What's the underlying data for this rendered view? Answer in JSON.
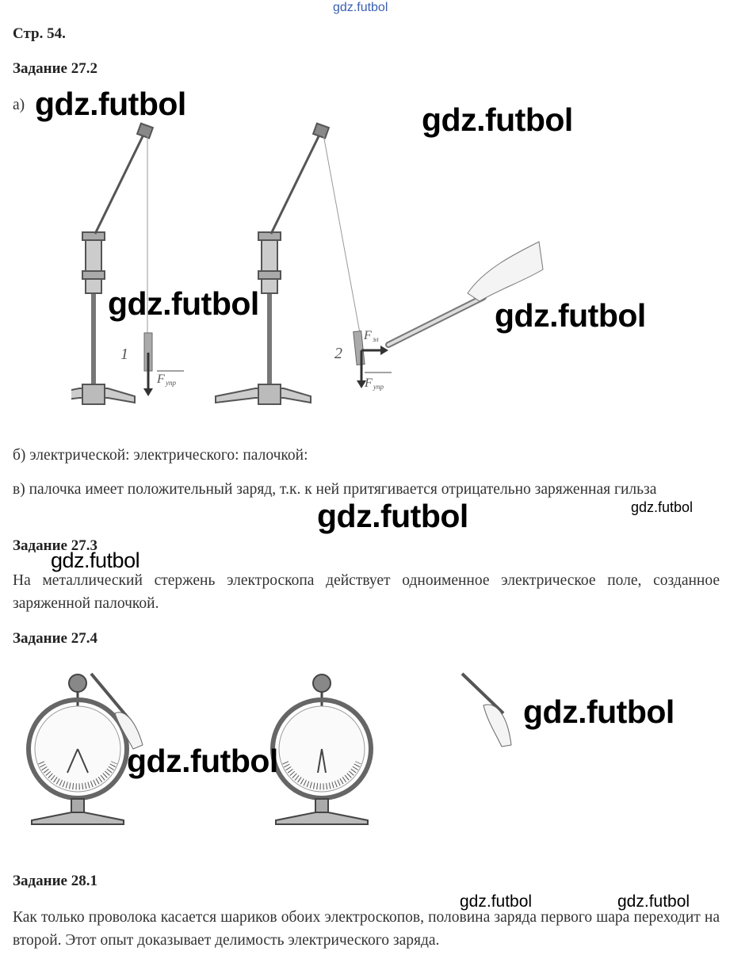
{
  "header_watermark": "gdz.futbol",
  "page_label": "Стр. 54.",
  "task_27_2": {
    "title": "Задание 27.2",
    "part_a": "а)",
    "figure": {
      "label_1": "1",
      "label_2": "2",
      "force_gravity": "F",
      "force_gravity_sub": "упр",
      "force_electric": "F",
      "force_electric_sub": "эл"
    },
    "part_b": "б) электрической: электрического: палочкой:",
    "part_c": "в) палочка имеет положительный заряд, т.к. к ней притягивается отрицательно заряженная гильза"
  },
  "task_27_3": {
    "title": "Задание 27.3",
    "text": "На металлический стержень электроскопа действует одноименное электрическое поле, созданное заряженной палочкой."
  },
  "task_27_4": {
    "title": "Задание 27.4"
  },
  "task_28_1": {
    "title": "Задание 28.1",
    "text": "Как только проволока касается шариков обоих электроскопов, половина заряда первого шара переходит на второй. Этот опыт доказывает делимость электрического заряда."
  },
  "watermarks": [
    "gdz.futbol",
    "gdz.futbol",
    "gdz.futbol",
    "gdz.futbol",
    "gdz.futbol",
    "gdz.futbol",
    "gdz.futbol",
    "gdz.futbol",
    "gdz.futbol",
    "gdz.futbol"
  ]
}
